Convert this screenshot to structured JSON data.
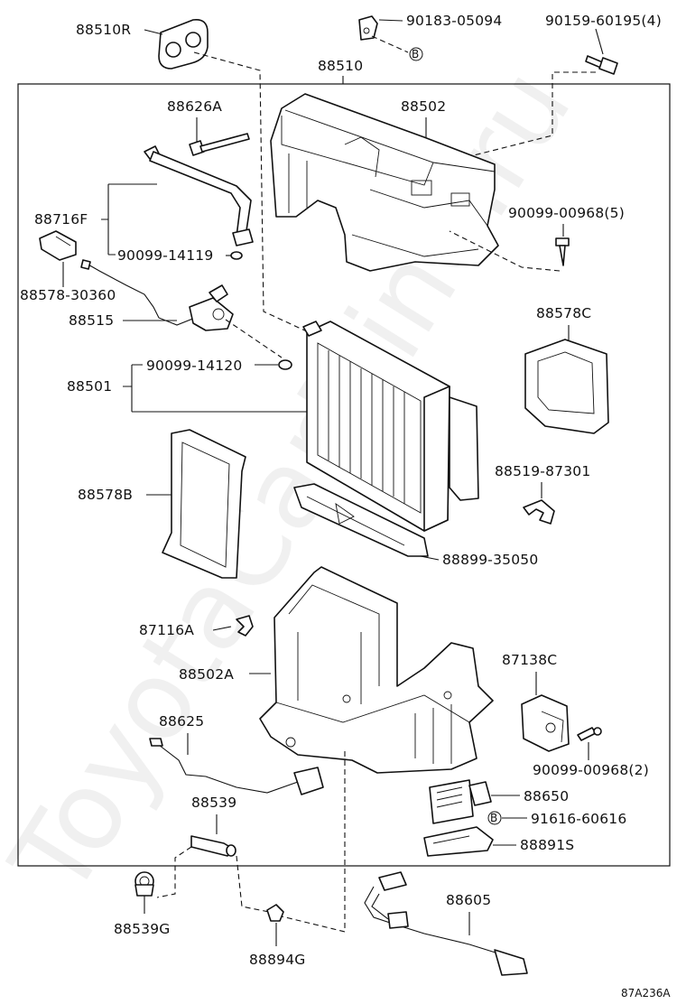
{
  "watermark": "ToyotaCarMine.ru",
  "figure_code": "87A236A",
  "ref_mark": "B",
  "labels": {
    "p88510R": "88510R",
    "p90183": "90183-05094",
    "p90159": "90159-60195(4)",
    "p88510": "88510",
    "p88626A": "88626A",
    "p88502": "88502",
    "p88716F": "88716F",
    "p90099_14119": "90099-14119",
    "p90099_00968_5": "90099-00968(5)",
    "p88578_30360": "88578-30360",
    "p88515": "88515",
    "p88578C": "88578C",
    "p90099_14120": "90099-14120",
    "p88501": "88501",
    "p88519": "88519-87301",
    "p88578B": "88578B",
    "p88899": "88899-35050",
    "p87116A": "87116A",
    "p87138C": "87138C",
    "p88502A": "88502A",
    "p88625": "88625",
    "p90099_00968_2": "90099-00968(2)",
    "p88650": "88650",
    "p88539": "88539",
    "p91616": "91616-60616",
    "p88891S": "88891S",
    "p88605": "88605",
    "p88539G": "88539G",
    "p88894G": "88894G"
  }
}
